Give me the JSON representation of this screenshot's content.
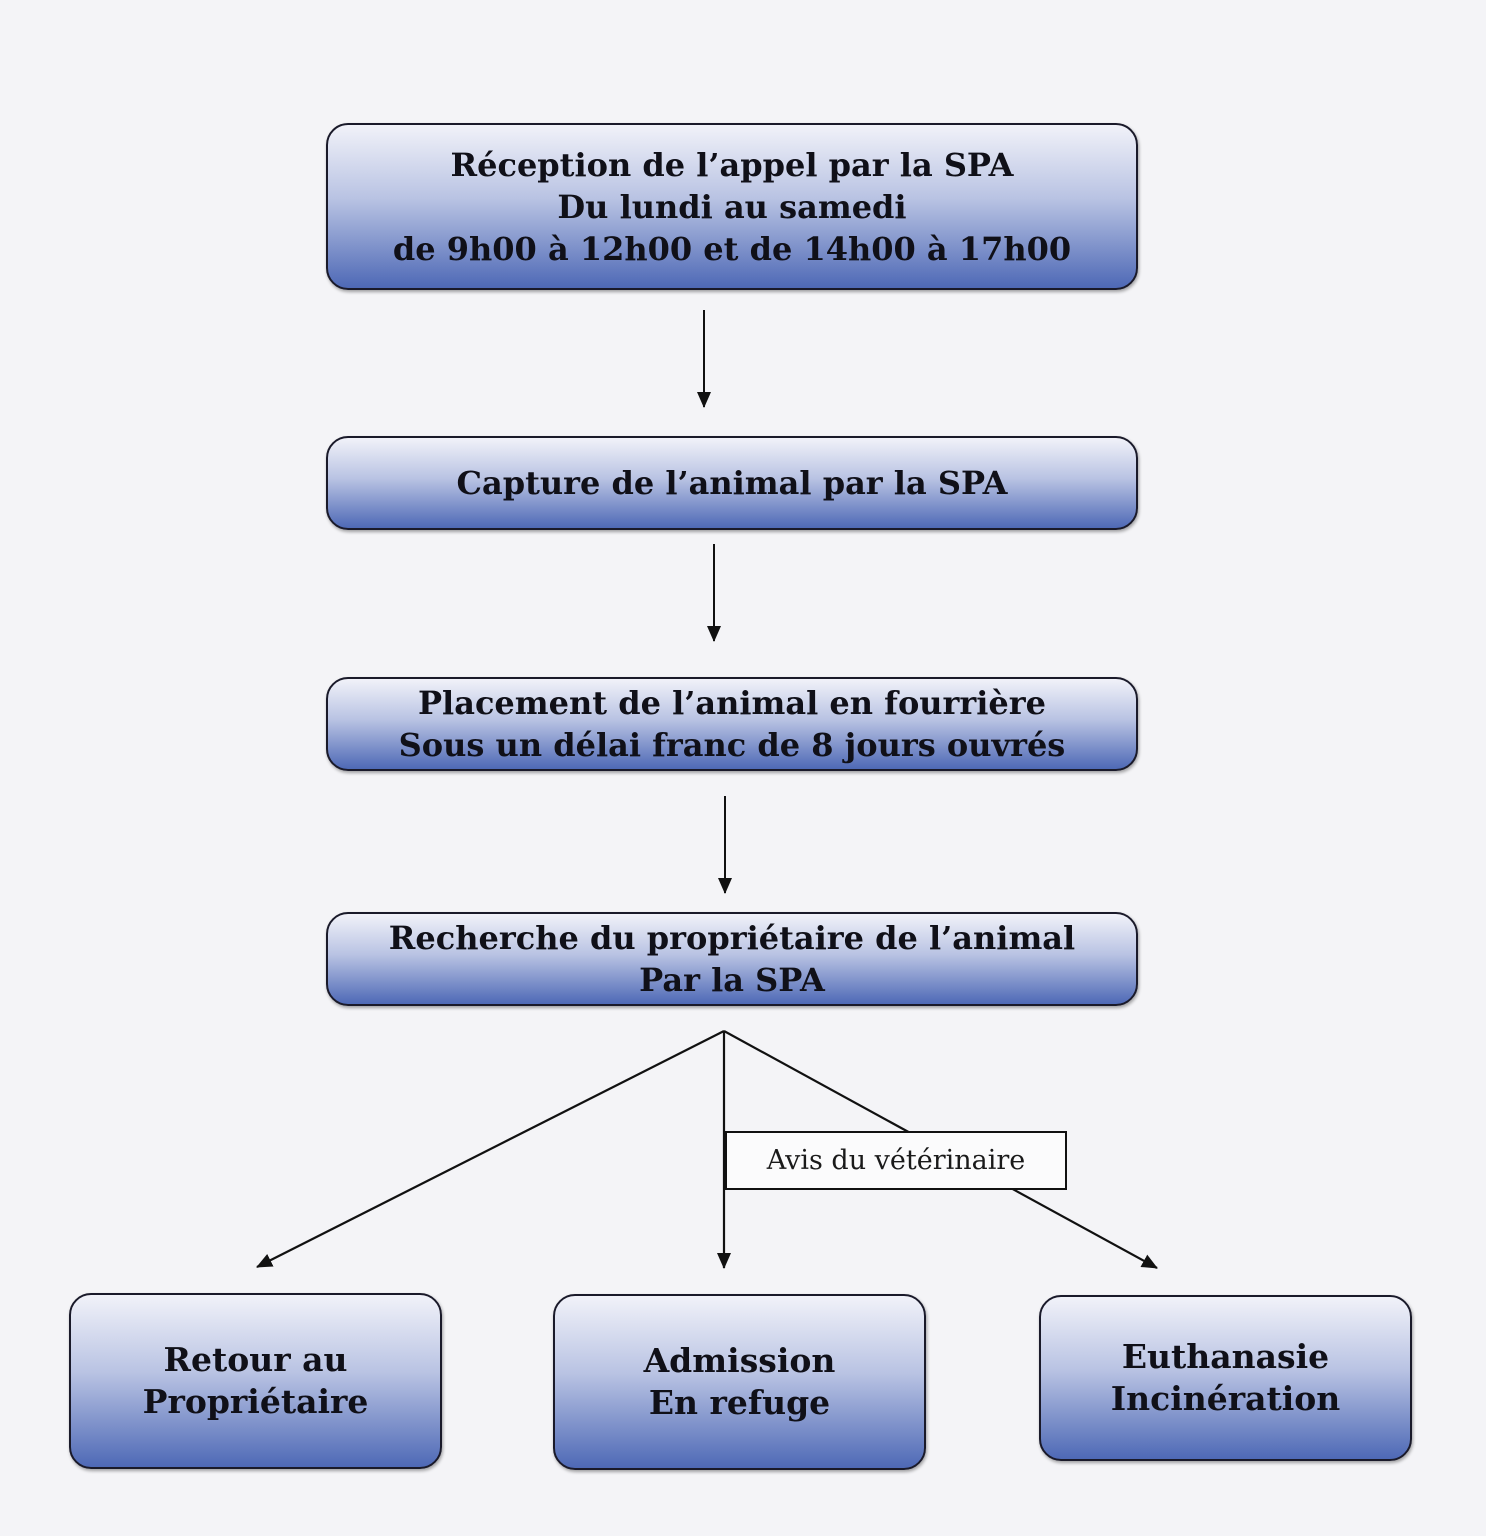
{
  "steps": {
    "reception": {
      "line1": "Réception de l’appel par la SPA",
      "line2": "Du lundi au samedi",
      "line3": "de 9h00 à 12h00 et de 14h00 à 17h00"
    },
    "capture": {
      "line1": "Capture de l’animal par la SPA"
    },
    "placement": {
      "line1": "Placement de l’animal en fourrière",
      "line2": "Sous un délai franc de 8 jours ouvrés"
    },
    "recherche": {
      "line1": "Recherche du propriétaire de l’animal",
      "line2": "Par la SPA"
    }
  },
  "outcomes": {
    "retour": {
      "line1": "Retour au",
      "line2": "Propriétaire"
    },
    "admission": {
      "line1": "Admission",
      "line2": "En refuge"
    },
    "euthanasie": {
      "line1": "Euthanasie",
      "line2": "Incinération"
    }
  },
  "branch_label": "Avis du vétérinaire",
  "colors": {
    "box_top": "#f1f2f9",
    "box_bottom": "#4e69b6",
    "border": "#1a1a2a",
    "background": "#f4f4f7"
  }
}
